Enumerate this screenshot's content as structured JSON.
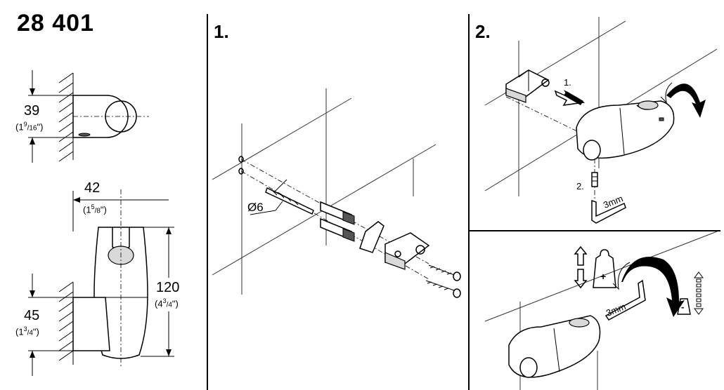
{
  "title": "28 401",
  "steps": {
    "step1": "1.",
    "step2": "2."
  },
  "dimensions": {
    "d39": "39",
    "d39_imp_whole": "(1",
    "d39_imp_num": "9",
    "d39_imp_den": "/16",
    "d39_imp_end": "\")",
    "d42": "42",
    "d42_imp_whole": "(1",
    "d42_imp_num": "5",
    "d42_imp_den": "/8",
    "d42_imp_end": "\")",
    "d120": "120",
    "d120_imp_whole": "(4",
    "d120_imp_num": "3",
    "d120_imp_den": "/4",
    "d120_imp_end": "\")",
    "d45": "45",
    "d45_imp_whole": "(1",
    "d45_imp_num": "3",
    "d45_imp_den": "/4",
    "d45_imp_end": "\")"
  },
  "labels": {
    "drill": "Ø6",
    "sub1": "1.",
    "sub2": "2.",
    "wrench_a": "3mm",
    "wrench_b": "3mm",
    "plus": "+",
    "minus": "-"
  }
}
